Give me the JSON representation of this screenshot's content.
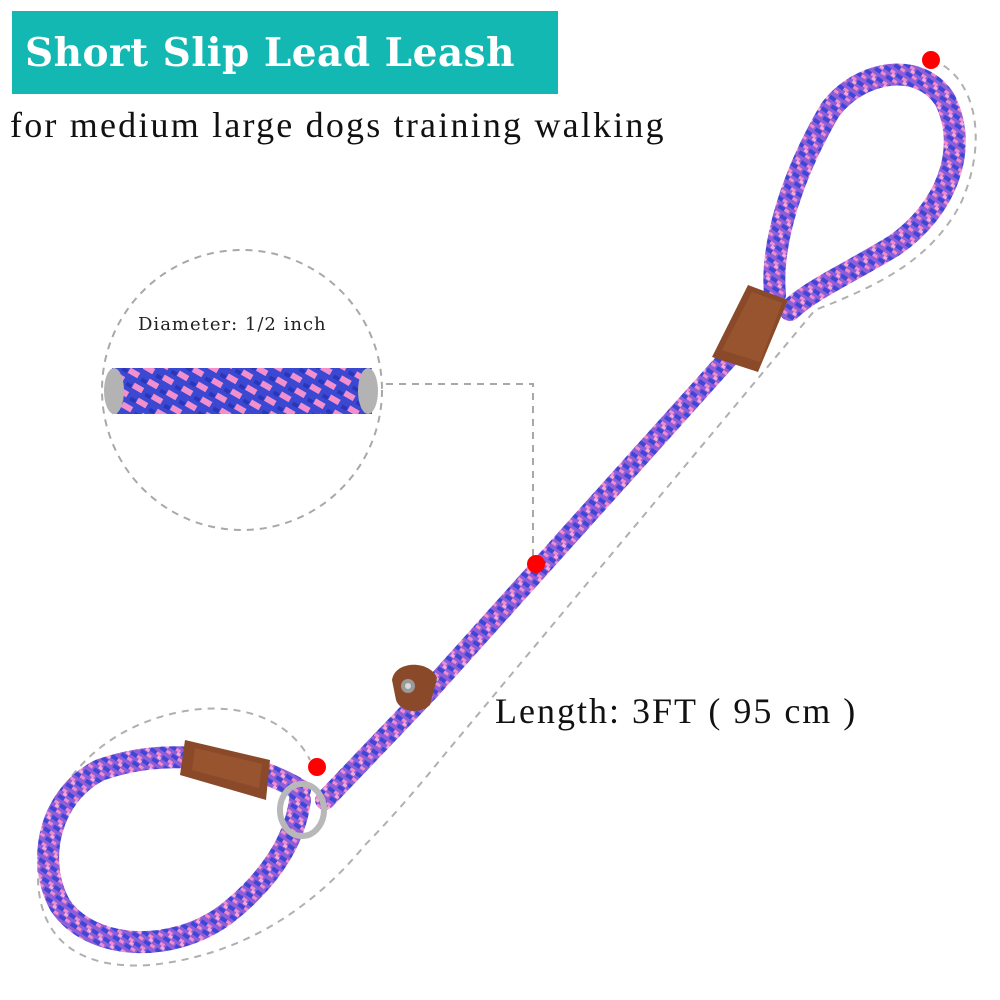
{
  "title": "Short Slip Lead Leash",
  "subtitle": "for medium large dogs training walking",
  "diameter_label": "Diameter: 1/2 inch",
  "length_label": "Length: 3FT ( 95 cm )",
  "colors": {
    "banner": "#13b8b3",
    "rope_blue": "#3d47d6",
    "rope_pink": "#f08ccb",
    "rope_base": "#8f5ed8",
    "leather": "#8a4a2a",
    "marker": "#ff0000",
    "dashed_guide": "#a8a8a8"
  },
  "icons": [
    "leash-photo",
    "rope-closeup",
    "red-dot-marker",
    "metal-o-ring",
    "leather-stopper"
  ]
}
